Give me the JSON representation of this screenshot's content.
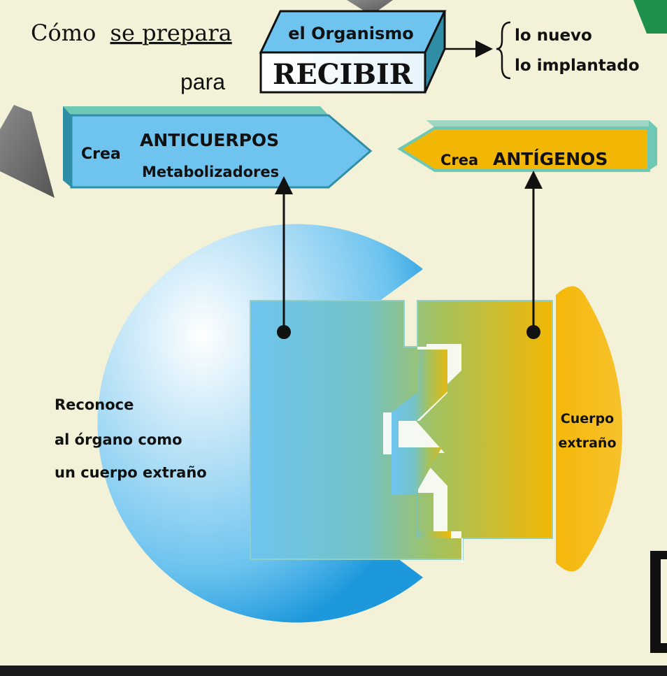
{
  "header": {
    "intro_part1": "Cómo",
    "intro_part2": "se prepara",
    "line2_left": "para",
    "box_top": "el Organismo",
    "box_front": "RECIBIR",
    "brace_items": [
      "lo nuevo",
      "lo implantado"
    ]
  },
  "left_sign": {
    "prefix": "Crea",
    "title": "ANTICUERPOS",
    "subtitle": "Metabolizadores"
  },
  "right_sign": {
    "prefix": "Crea",
    "title": "ANTÍGENOS"
  },
  "circle_label": [
    "Reconoce",
    "al órgano como",
    "un cuerpo extraño"
  ],
  "lens_label": [
    "Cuerpo",
    "extraño"
  ],
  "colors": {
    "background": "#f3f2d8",
    "blue": "#6ec4ef",
    "blue_dark": "#2f8ea6",
    "gold": "#f2b705",
    "teal_edge": "#6fc8b4",
    "green_corner": "#1f8f4c",
    "grey_arrow": "#6b6b6b",
    "bottom_bar": "#1a1a1a"
  }
}
